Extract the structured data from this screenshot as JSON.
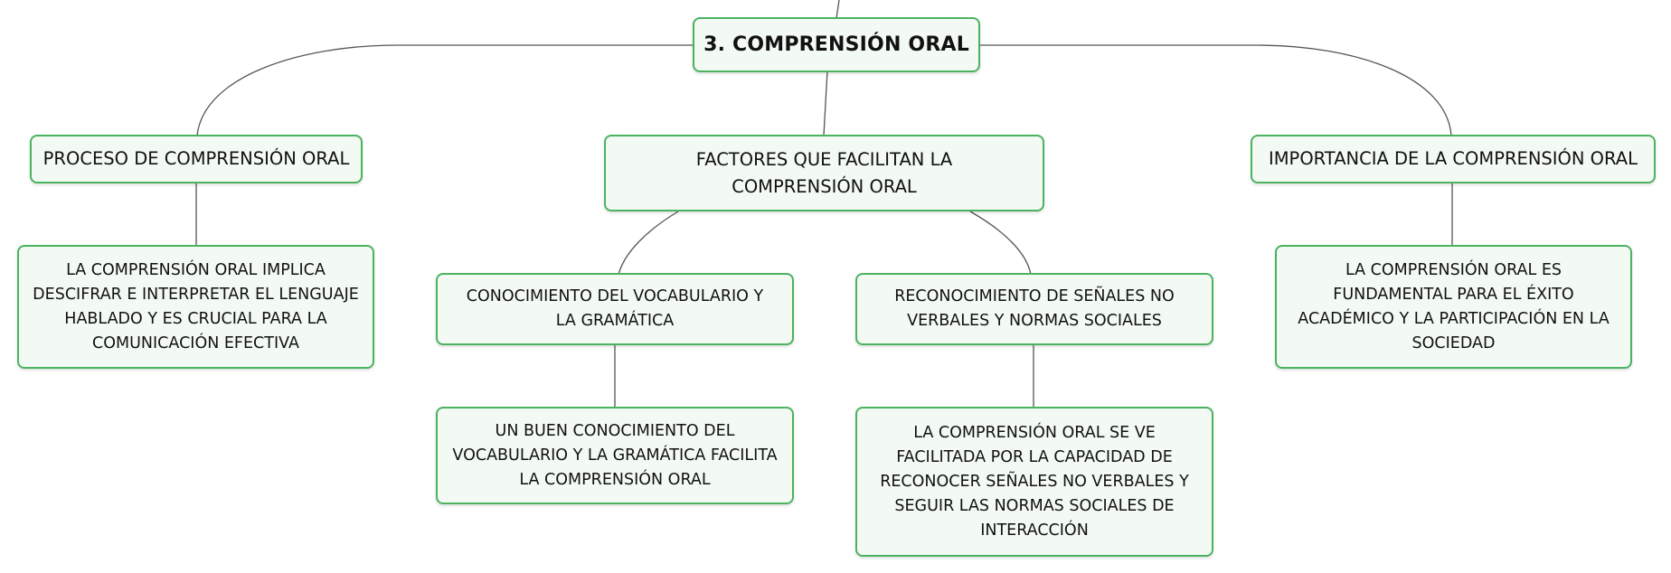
{
  "root": {
    "label": "3. COMPRENSIÓN ORAL"
  },
  "branches": {
    "proceso": {
      "label": "PROCESO DE COMPRENSIÓN ORAL",
      "detail": "LA COMPRENSIÓN ORAL IMPLICA DESCIFRAR E INTERPRETAR EL LENGUAJE HABLADO Y ES CRUCIAL PARA LA COMUNICACIÓN EFECTIVA"
    },
    "factores": {
      "label": "FACTORES QUE FACILITAN LA COMPRENSIÓN ORAL",
      "children": [
        {
          "label": "CONOCIMIENTO DEL VOCABULARIO Y LA GRAMÁTICA",
          "detail": "UN BUEN CONOCIMIENTO DEL VOCABULARIO Y LA GRAMÁTICA FACILITA LA COMPRENSIÓN ORAL"
        },
        {
          "label": "RECONOCIMIENTO DE SEÑALES NO VERBALES Y NORMAS SOCIALES",
          "detail": "LA COMPRENSIÓN ORAL SE VE FACILITADA POR LA CAPACIDAD DE RECONOCER SEÑALES NO VERBALES Y SEGUIR LAS NORMAS SOCIALES DE INTERACCIÓN"
        }
      ]
    },
    "importancia": {
      "label": "IMPORTANCIA DE LA COMPRENSIÓN ORAL",
      "detail": "LA COMPRENSIÓN ORAL ES FUNDAMENTAL PARA EL ÉXITO ACADÉMICO Y LA PARTICIPACIÓN EN LA SOCIEDAD"
    }
  },
  "colors": {
    "node_border": "#4bb35f",
    "node_fill": "#f3faf4",
    "connector": "#555555",
    "text": "#111111"
  }
}
